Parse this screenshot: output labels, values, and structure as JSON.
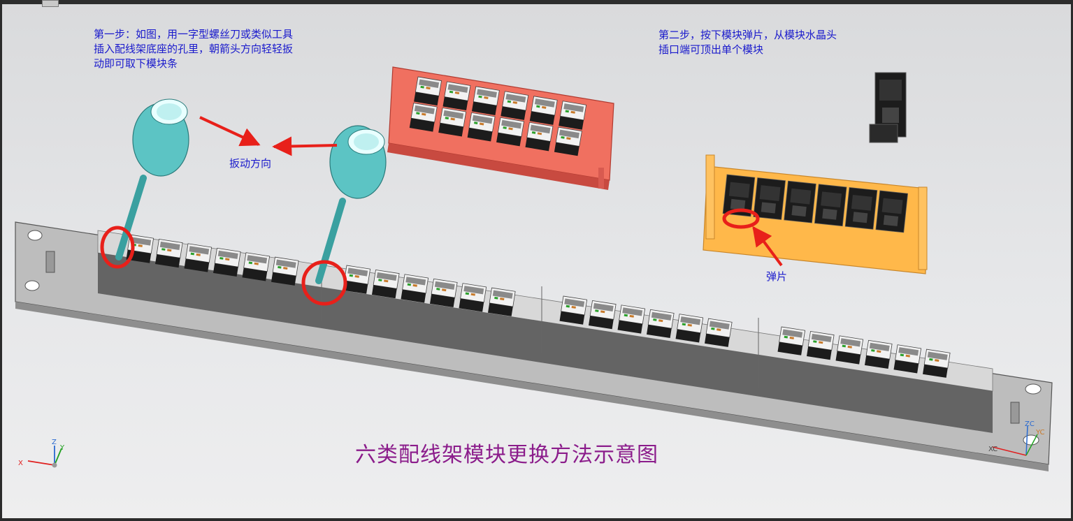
{
  "texts": {
    "step1": "第一步：如图，用一字型螺丝刀或类似工具\n插入配线架底座的孔里，朝箭头方向轻轻扳\n动即可取下模块条",
    "step2": "第二步，按下模块弹片，从模块水晶头\n插口端可顶出单个模块",
    "direction": "扳动方向",
    "spring": "弹片",
    "title": "六类配线架模块更换方法示意图"
  },
  "colors": {
    "note_text": "#1a1acc",
    "title_text": "#8b1c8b",
    "callout_red": "#e8201a",
    "screwdriver": "#5cc4c4",
    "removed_strip": "#f07060",
    "module_strip": "#ffb84a",
    "panel_gray": "#b8b8b8",
    "module_black": "#1c1c1c"
  },
  "axes_triad": {
    "x": "X",
    "y": "Y",
    "z": "Z"
  },
  "view_triad": {
    "zc": "ZC",
    "yc": "YC",
    "xc": "XC"
  }
}
